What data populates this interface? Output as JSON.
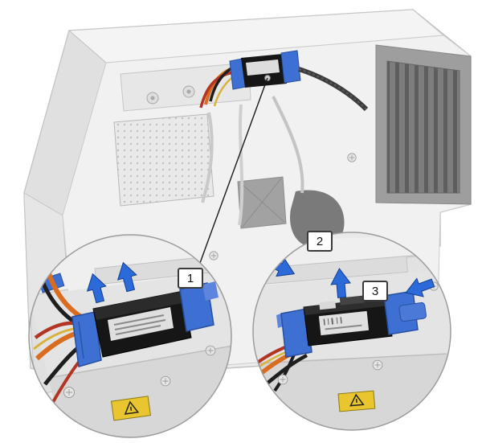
{
  "steps": [
    {
      "label": "1"
    },
    {
      "label": "2"
    },
    {
      "label": "3"
    }
  ],
  "colors": {
    "arrow_blue": "#2c69d9",
    "carrier_blue": "#3e70d3",
    "cable_orange": "#d96c1f",
    "cable_red": "#b23524",
    "cable_yellow": "#d9b23a",
    "cable_black": "#1e1e1e",
    "drive_black": "#161616",
    "chassis_light_gray": "#ececec",
    "chassis_dark_bay": "#6f6f6f",
    "warning_yellow": "#e9c62f",
    "callout_line": "#1a1a1a"
  },
  "icons": {
    "left_callout_arrows": [
      "lift-up-arrow-icon",
      "lift-up-arrow-icon"
    ],
    "right_callout_arrows": [
      "press-tab-arrow-icon",
      "lift-up-arrow-icon",
      "press-tab-arrow-icon"
    ],
    "warning_label": "warning-triangle-icon"
  }
}
